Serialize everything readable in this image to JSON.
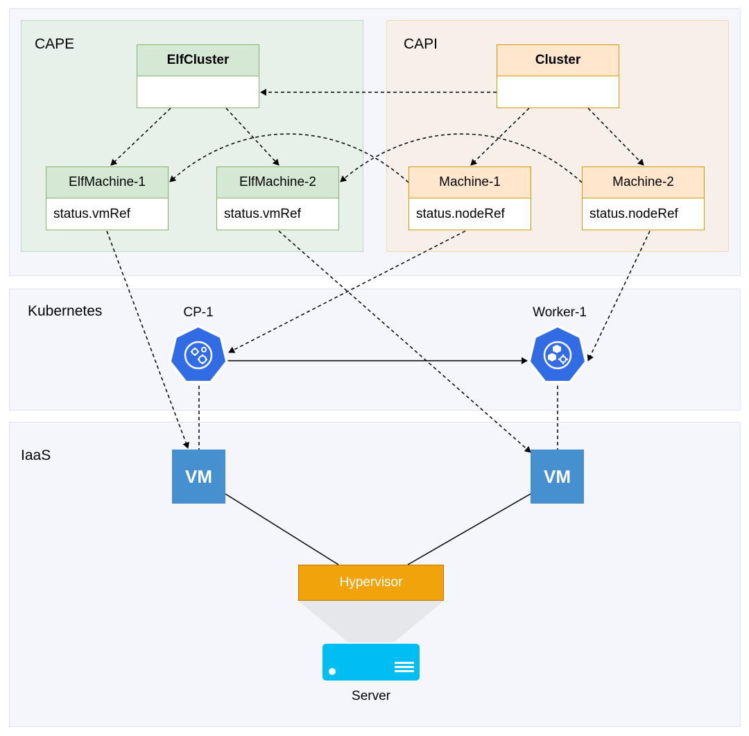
{
  "regions": {
    "management": "",
    "kubernetes": "Kubernetes",
    "iaas": "IaaS"
  },
  "cape": {
    "label": "CAPE",
    "elf_cluster": {
      "title": "ElfCluster"
    },
    "elf_machine_1": {
      "title": "ElfMachine-1",
      "field": "status.vmRef"
    },
    "elf_machine_2": {
      "title": "ElfMachine-2",
      "field": "status.vmRef"
    }
  },
  "capi": {
    "label": "CAPI",
    "cluster": {
      "title": "Cluster"
    },
    "machine_1": {
      "title": "Machine-1",
      "field": "status.nodeRef"
    },
    "machine_2": {
      "title": "Machine-2",
      "field": "status.nodeRef"
    }
  },
  "kubernetes": {
    "cp_node": {
      "label": "CP-1",
      "icon": "kubernetes-control-plane-icon"
    },
    "worker_node": {
      "label": "Worker-1",
      "icon": "kubernetes-worker-icon"
    }
  },
  "iaas": {
    "vm_1": {
      "label": "VM"
    },
    "vm_2": {
      "label": "VM"
    },
    "hypervisor": {
      "label": "Hypervisor"
    },
    "server": {
      "label": "Server",
      "icon": "server-icon"
    }
  },
  "colors": {
    "k8s_blue": "#326ce5",
    "vm_blue": "#4690cf",
    "hypervisor_orange": "#f0a30a",
    "server_cyan": "#00bef2"
  }
}
